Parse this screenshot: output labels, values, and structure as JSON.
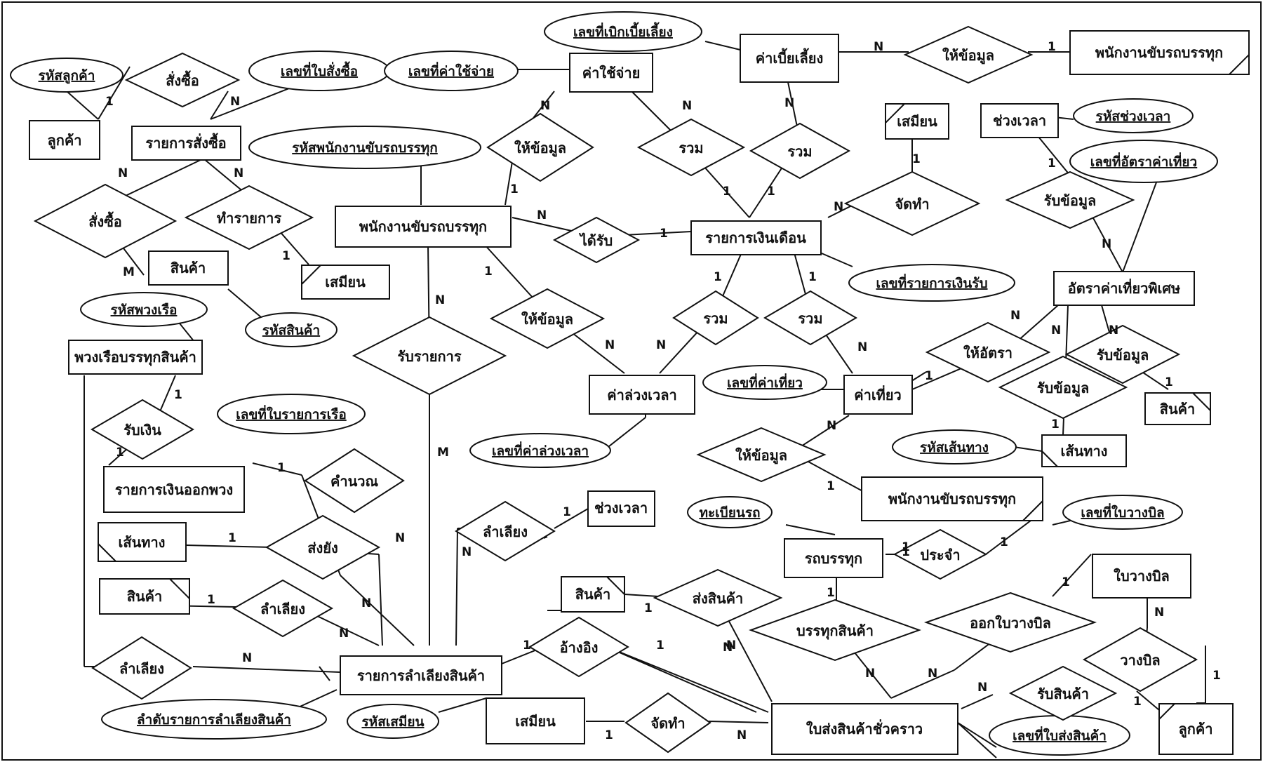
{
  "entities": {
    "customer_top": "ลูกค้า",
    "order_list": "รายการสั่งซื้อ",
    "expense": "ค่าใช้จ่าย",
    "allowance": "ค่าเบี้ยเลี้ยง",
    "truck_driver_top": "พนักงานขับรถบรรทุก",
    "clerk_top": "เสมียน",
    "time_slot_top": "ช่วงเวลา",
    "product_left": "สินค้า",
    "clerk_left": "เสมียน",
    "truck_driver_mid": "พนักงานขับรถบรรทุก",
    "payroll": "รายการเงินเดือน",
    "special_trip_rate": "อัตราค่าเที่ยวพิเศษ",
    "fleet": "พวงเรือบรรทุกสินค้า",
    "overtime": "ค่าล่วงเวลา",
    "trip_fee": "ค่าเที่ยว",
    "product_right": "สินค้า",
    "route_right": "เส้นทาง",
    "fleet_payment": "รายการเงินออกพวง",
    "route_left": "เส้นทาง",
    "time_slot_mid": "ช่วงเวลา",
    "truck_driver_low": "พนักงานขับรถบรรทุก",
    "product_low": "สินค้า",
    "product_center": "สินค้า",
    "truck": "รถบรรทุก",
    "billing": "ใบวางบิล",
    "transport_list": "รายการลำเลียงสินค้า",
    "clerk_bottom": "เสมียน",
    "temp_delivery": "ใบส่งสินค้าชั่วคราว",
    "customer_bottom": "ลูกค้า"
  },
  "attributes": {
    "customer_id": "รหัสลูกค้า",
    "po_no": "เลขที่ใบสั่งซื้อ",
    "expense_no": "เลขที่ค่าใช้จ่าย",
    "allowance_no": "เลขที่เบิกเบี้ยเลี้ยง",
    "driver_id": "รหัสพนักงานขับรถบรรทุก",
    "time_slot_id": "รหัสช่วงเวลา",
    "trip_rate_no": "เลขที่อัตราค่าเที่ยว",
    "product_id": "รหัสสินค้า",
    "fleet_id": "รหัสพวงเรือ",
    "income_no": "เลขที่รายการเงินรับ",
    "trip_fee_no": "เลขที่ค่าเที่ยว",
    "boat_list_no": "เลขที่ใบรายการเรือ",
    "overtime_no": "เลขที่ค่าล่วงเวลา",
    "route_id": "รหัสเส้นทาง",
    "plate_no": "ทะเบียนรถ",
    "billing_no": "เลขที่ใบวางบิล",
    "transport_seq": "ลำดับรายการลำเลียงสินค้า",
    "clerk_id": "รหัสเสมียน",
    "delivery_no": "เลขที่ใบส่งสินค้า"
  },
  "relationships": {
    "order_top": "สั่งซื้อ",
    "expense_info": "ให้ข้อมูล",
    "expense_sum": "รวม",
    "allowance_sum": "รวม",
    "allowance_info": "ให้ข้อมูล",
    "order_left": "สั่งซื้อ",
    "make_list": "ทำรายการ",
    "clerk_make": "จัดทำ",
    "receive_info_time": "รับข้อมูล",
    "receives": "ได้รับ",
    "overtime_info": "ให้ข้อมูล",
    "overtime_sum": "รวม",
    "trip_sum": "รวม",
    "receive_list": "รับรายการ",
    "give_rate": "ให้อัตรา",
    "receive_info_route": "รับข้อมูล",
    "receive_info_product": "รับข้อมูล",
    "receive_money": "รับเงิน",
    "trip_info": "ให้ข้อมูล",
    "calculate": "คำนวณ",
    "transport_time": "ลำเลียง",
    "send_to": "ส่งยัง",
    "assigned": "ประจำ",
    "transport_product": "ลำเลียง",
    "deliver_product": "ส่งสินค้า",
    "load_product": "บรรทุกสินค้า",
    "issue_bill": "ออกใบวางบิล",
    "reference": "อ้างอิง",
    "transport_fleet": "ลำเลียง",
    "bill": "วางบิล",
    "receive_product": "รับสินค้า",
    "delivery_make": "จัดทำ"
  }
}
